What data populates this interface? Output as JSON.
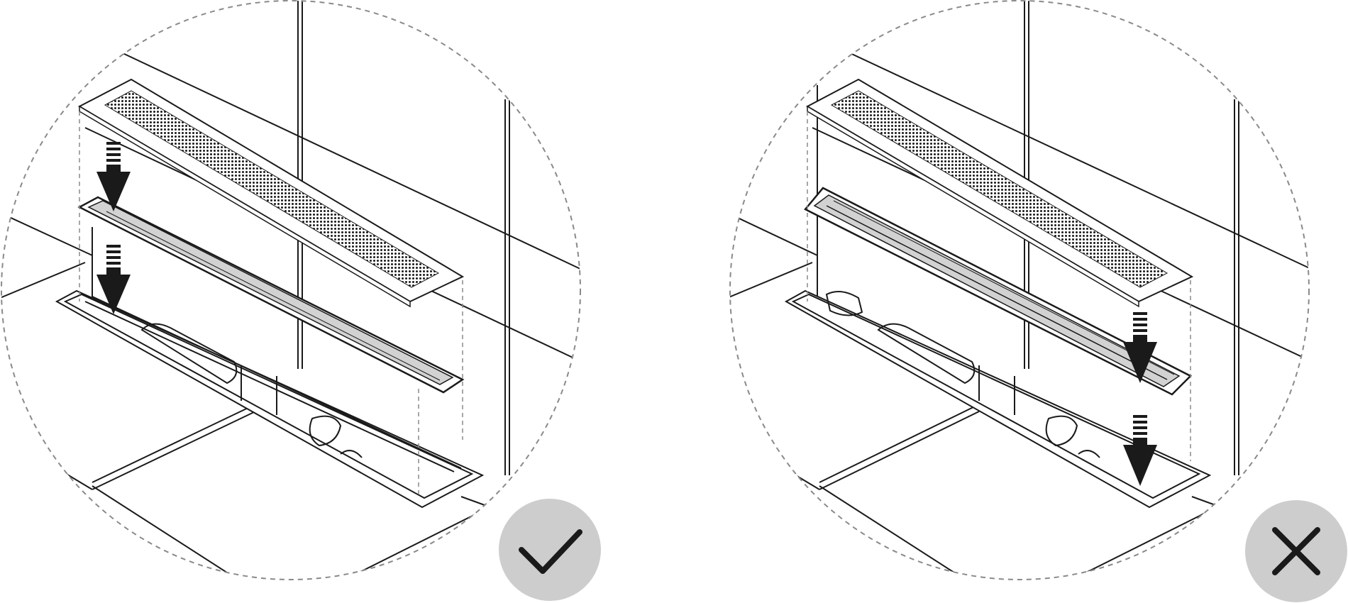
{
  "panels": [
    {
      "id": "correct",
      "status": "correct",
      "badge_icon": "checkmark-icon"
    },
    {
      "id": "incorrect",
      "status": "incorrect",
      "badge_icon": "cross-icon"
    }
  ],
  "colors": {
    "line": "#1a1a1a",
    "dashed": "#8a8a8a",
    "insert_fill": "#d2d2d2",
    "badge_fill": "#cdcdcd",
    "arrow": "#1a1a1a"
  }
}
